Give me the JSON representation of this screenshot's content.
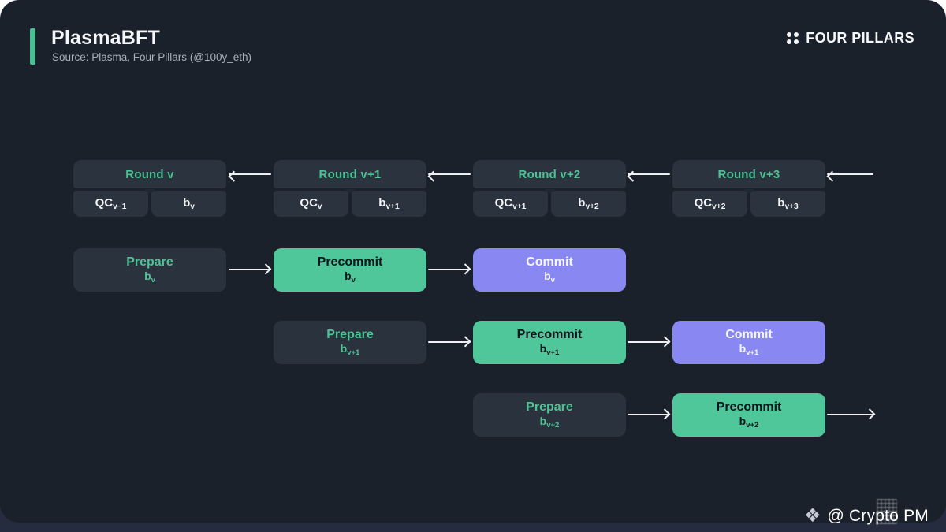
{
  "page": {
    "title": "PlasmaBFT",
    "source": "Source: Plasma, Four Pillars (@100y_eth)",
    "brand": "FOUR PILLARS",
    "watermark": "@ Crypto PM",
    "watermark_icon": "❖"
  },
  "colors": {
    "card_bg": "#1b212b",
    "box_dark": "#2a333e",
    "accent_green": "#4fc79a",
    "accent_purple": "#8987f2",
    "green_text": "#4ec294",
    "white_text": "#f2f4f7",
    "muted_text": "#a7b0ba",
    "arrow": "#eef0f4"
  },
  "rounds": [
    {
      "label": "Round v",
      "qc": {
        "main": "QC",
        "sub": "v−1"
      },
      "b": {
        "main": "b",
        "sub": "v"
      }
    },
    {
      "label": "Round v+1",
      "qc": {
        "main": "QC",
        "sub": "v"
      },
      "b": {
        "main": "b",
        "sub": "v+1"
      }
    },
    {
      "label": "Round v+2",
      "qc": {
        "main": "QC",
        "sub": "v+1"
      },
      "b": {
        "main": "b",
        "sub": "v+2"
      }
    },
    {
      "label": "Round v+3",
      "qc": {
        "main": "QC",
        "sub": "v+2"
      },
      "b": {
        "main": "b",
        "sub": "v+3"
      }
    }
  ],
  "pipeline": [
    {
      "stage": "Prepare",
      "block": {
        "main": "b",
        "sub": "v"
      },
      "variant": "dark"
    },
    {
      "stage": "Precommit",
      "block": {
        "main": "b",
        "sub": "v"
      },
      "variant": "green"
    },
    {
      "stage": "Commit",
      "block": {
        "main": "b",
        "sub": "v"
      },
      "variant": "purple"
    },
    {
      "stage": "Prepare",
      "block": {
        "main": "b",
        "sub": "v+1"
      },
      "variant": "dark"
    },
    {
      "stage": "Precommit",
      "block": {
        "main": "b",
        "sub": "v+1"
      },
      "variant": "green"
    },
    {
      "stage": "Commit",
      "block": {
        "main": "b",
        "sub": "v+1"
      },
      "variant": "purple"
    },
    {
      "stage": "Prepare",
      "block": {
        "main": "b",
        "sub": "v+2"
      },
      "variant": "dark"
    },
    {
      "stage": "Precommit",
      "block": {
        "main": "b",
        "sub": "v+2"
      },
      "variant": "green"
    }
  ]
}
